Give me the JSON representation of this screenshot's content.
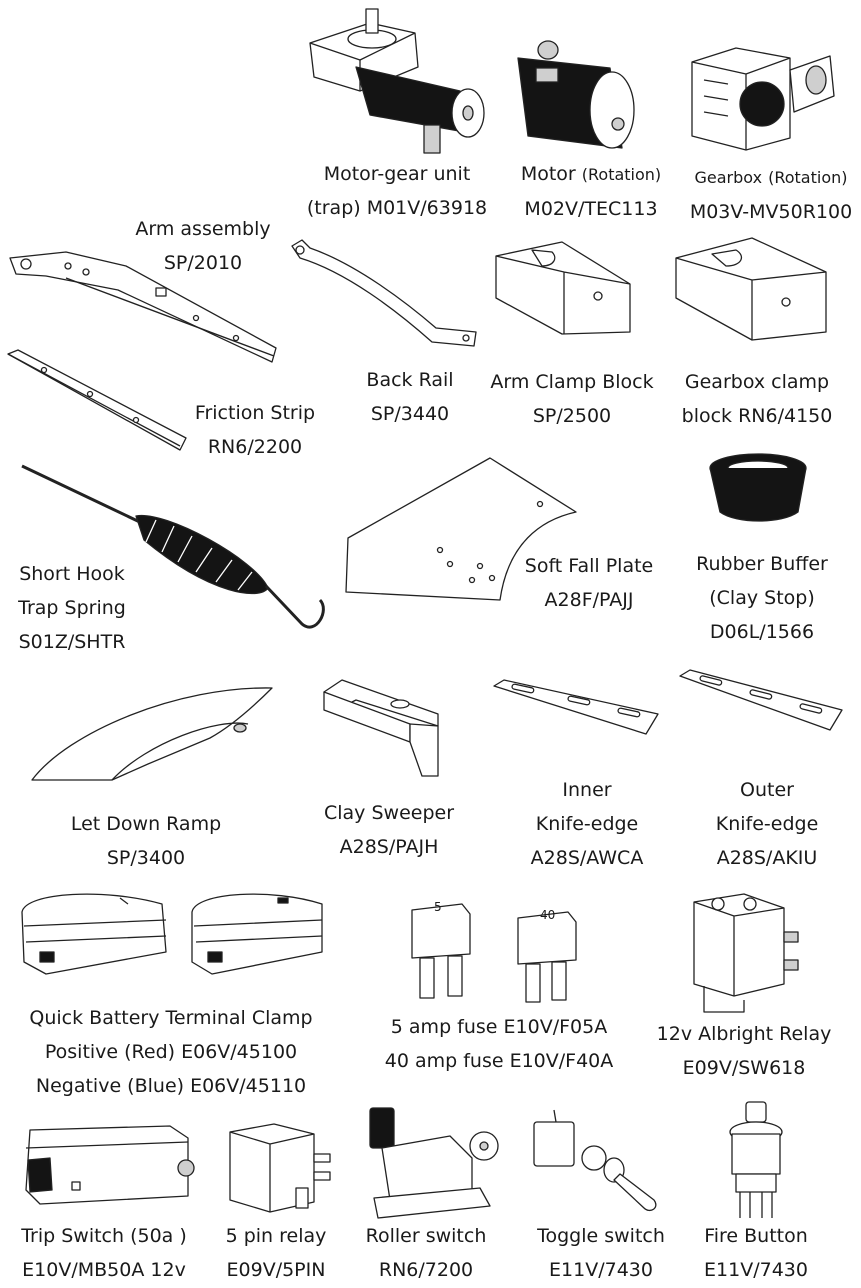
{
  "parts": [
    {
      "id": "motor-gear-unit",
      "lines": [
        "Motor-gear unit",
        "(trap) M01V/63918"
      ]
    },
    {
      "id": "motor",
      "lines": [
        "Motor",
        "M02V/TEC113"
      ],
      "note": "(Rotation)"
    },
    {
      "id": "gearbox",
      "lines": [
        "Gearbox",
        "M03V-MV50R100"
      ],
      "note": "(Rotation)"
    },
    {
      "id": "arm-assembly",
      "lines": [
        "Arm assembly",
        "SP/2010"
      ]
    },
    {
      "id": "back-rail",
      "lines": [
        "Back Rail",
        "SP/3440"
      ]
    },
    {
      "id": "arm-clamp-block",
      "lines": [
        "Arm Clamp Block",
        "SP/2500"
      ]
    },
    {
      "id": "gearbox-clamp-block",
      "lines": [
        "Gearbox clamp",
        "block  RN6/4150"
      ]
    },
    {
      "id": "friction-strip",
      "lines": [
        "Friction Strip",
        "RN6/2200"
      ]
    },
    {
      "id": "short-hook-trap-spring",
      "lines": [
        "Short Hook",
        "Trap Spring",
        "S01Z/SHTR"
      ]
    },
    {
      "id": "soft-fall-plate",
      "lines": [
        "Soft Fall Plate",
        "A28F/PAJJ"
      ]
    },
    {
      "id": "rubber-buffer",
      "lines": [
        "Rubber Buffer",
        "(Clay Stop)",
        "D06L/1566"
      ]
    },
    {
      "id": "let-down-ramp",
      "lines": [
        "Let Down Ramp",
        "SP/3400"
      ]
    },
    {
      "id": "clay-sweeper",
      "lines": [
        "Clay Sweeper",
        "A28S/PAJH"
      ]
    },
    {
      "id": "inner-knife-edge",
      "lines": [
        "Inner",
        "Knife-edge",
        "A28S/AWCA"
      ]
    },
    {
      "id": "outer-knife-edge",
      "lines": [
        "Outer",
        "Knife-edge",
        "A28S/AKIU"
      ]
    },
    {
      "id": "battery-clamp",
      "lines": [
        "Quick Battery Terminal Clamp",
        "Positive (Red) E06V/45100",
        "Negative (Blue) E06V/45110"
      ]
    },
    {
      "id": "fuses",
      "lines": [
        "5 amp fuse E10V/F05A",
        "40 amp fuse E10V/F40A"
      ]
    },
    {
      "id": "albright-relay",
      "lines": [
        "12v Albright Relay",
        "E09V/SW618"
      ]
    },
    {
      "id": "trip-switch",
      "lines": [
        "Trip Switch (50a )",
        "E10V/MB50A 12v"
      ]
    },
    {
      "id": "five-pin-relay",
      "lines": [
        "5 pin relay",
        "E09V/5PIN"
      ]
    },
    {
      "id": "roller-switch",
      "lines": [
        "Roller switch",
        "RN6/7200"
      ]
    },
    {
      "id": "toggle-switch",
      "lines": [
        "Toggle switch",
        "E11V/7430"
      ]
    },
    {
      "id": "fire-button",
      "lines": [
        "Fire Button",
        "E11V/7430"
      ]
    }
  ],
  "fuse_marks": [
    "5",
    "40"
  ]
}
